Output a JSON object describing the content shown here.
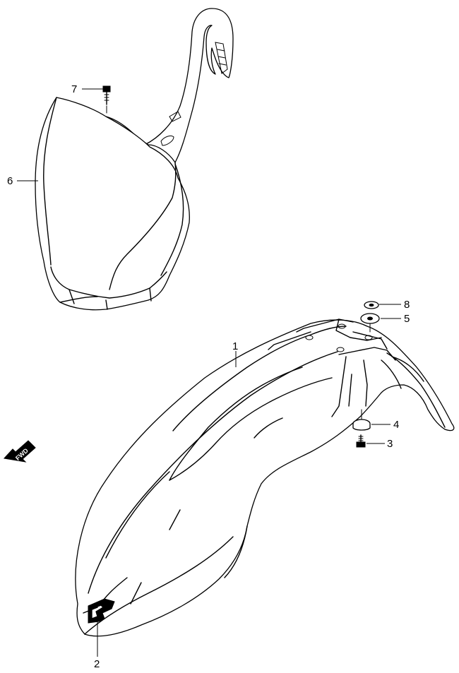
{
  "diagram": {
    "callouts": [
      {
        "id": "1",
        "label": "1"
      },
      {
        "id": "2",
        "label": "2"
      },
      {
        "id": "3",
        "label": "3"
      },
      {
        "id": "4",
        "label": "4"
      },
      {
        "id": "5",
        "label": "5"
      },
      {
        "id": "6",
        "label": "6"
      },
      {
        "id": "7",
        "label": "7"
      },
      {
        "id": "8",
        "label": "8"
      }
    ],
    "direction_arrow": {
      "text": "FWD"
    }
  }
}
